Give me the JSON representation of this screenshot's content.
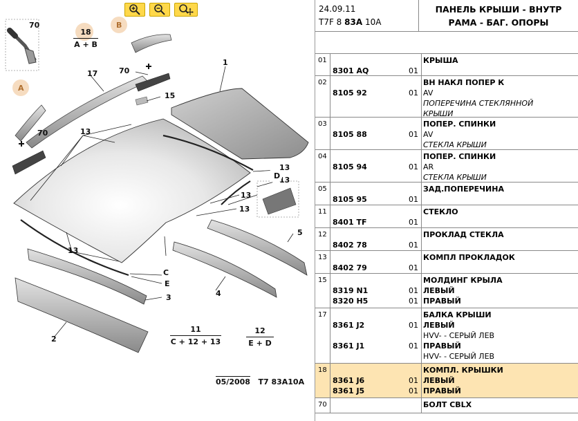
{
  "toolbar": {
    "zoom_in_icon": "zoom-in-icon",
    "zoom_out_icon": "zoom-out-icon",
    "zoom_move_icon": "zoom-pan-icon"
  },
  "diagram": {
    "callouts": {
      "c1": "1",
      "c2": "2",
      "c3": "3",
      "c4": "4",
      "c5": "5",
      "c13a": "13",
      "c13b": "13",
      "c13c": "13",
      "c13d": "13",
      "c13e": "13",
      "c13f": "13",
      "c15": "15",
      "c17": "17",
      "c70a": "70",
      "c70b": "70",
      "c70c": "70",
      "cA": "A",
      "cB": "B",
      "cC": "C",
      "cD": "D",
      "cE": "E",
      "c18": "18"
    },
    "combos": {
      "k18_top": "18",
      "k18_bot": "A + B",
      "k11_top": "11",
      "k11_bot": "C + 12 + 13",
      "k12_top": "12",
      "k12_bot": "E + D"
    },
    "stamp_date": "05/2008",
    "stamp_code": "T7 83A10A"
  },
  "header": {
    "date": "24.09.11",
    "code_prefix": "T7F 8 ",
    "code_bold": "83A",
    "code_suffix": " 10A",
    "title_line1": "ПАНЕЛЬ КРЫШИ - ВНУТР",
    "title_line2": "РАМА - БАГ. ОПОРЫ"
  },
  "parts": [
    {
      "idx": "01",
      "refs": [
        "8301 AQ"
      ],
      "qtys": [
        "01"
      ],
      "desc": [
        [
          "b",
          "КРЫША"
        ]
      ]
    },
    {
      "idx": "02",
      "refs": [
        "8105 92"
      ],
      "qtys": [
        "01"
      ],
      "desc": [
        [
          "b",
          "ВН НАКЛ ПОПЕР К"
        ],
        [
          "n",
          "AV"
        ],
        [
          "i",
          "ПОПЕРЕЧИНА СТЕКЛЯННОЙ"
        ],
        [
          "i",
          "КРЫШИ"
        ]
      ]
    },
    {
      "idx": "03",
      "refs": [
        "8105 88"
      ],
      "qtys": [
        "01"
      ],
      "desc": [
        [
          "b",
          "ПОПЕР. СПИНКИ"
        ],
        [
          "n",
          "AV"
        ],
        [
          "i",
          "СТЕКЛА КРЫШИ"
        ]
      ]
    },
    {
      "idx": "04",
      "refs": [
        "8105 94"
      ],
      "qtys": [
        "01"
      ],
      "desc": [
        [
          "b",
          "ПОПЕР. СПИНКИ"
        ],
        [
          "n",
          "AR"
        ],
        [
          "i",
          "СТЕКЛА КРЫШИ"
        ]
      ]
    },
    {
      "idx": "05",
      "refs": [
        "8105 95"
      ],
      "qtys": [
        "01"
      ],
      "desc": [
        [
          "b",
          "ЗАД.ПОПЕРЕЧИНА"
        ]
      ]
    },
    {
      "idx": "11",
      "refs": [
        "8401 TF"
      ],
      "qtys": [
        "01"
      ],
      "desc": [
        [
          "b",
          "СТЕКЛО"
        ]
      ]
    },
    {
      "idx": "12",
      "refs": [
        "8402 78"
      ],
      "qtys": [
        "01"
      ],
      "desc": [
        [
          "b",
          "ПРОКЛАД СТЕКЛА"
        ]
      ]
    },
    {
      "idx": "13",
      "refs": [
        "8402 79"
      ],
      "qtys": [
        "01"
      ],
      "desc": [
        [
          "b",
          "КОМПЛ ПРОКЛАДОК"
        ]
      ]
    },
    {
      "idx": "15",
      "refs": [
        "8319 N1",
        "8320 H5"
      ],
      "qtys": [
        "01",
        "01"
      ],
      "desc": [
        [
          "b",
          "МОЛДИНГ КРЫЛА"
        ],
        [
          "b",
          "ЛЕВЫЙ"
        ],
        [
          "b",
          "ПРАВЫЙ"
        ]
      ]
    },
    {
      "idx": "17",
      "refs": [
        "8361 J2",
        "8361 J1"
      ],
      "qtys": [
        "01",
        "01"
      ],
      "desc": [
        [
          "b",
          "БАЛКА КРЫШИ"
        ],
        [
          "b",
          "ЛЕВЫЙ"
        ],
        [
          "n",
          "HVV- - СЕРЫЙ ЛЕВ"
        ],
        [
          "b",
          "ПРАВЫЙ"
        ],
        [
          "n",
          "HVV- - СЕРЫЙ ЛЕВ"
        ]
      ]
    },
    {
      "idx": "18",
      "refs": [
        "8361 J6",
        "8361 J5"
      ],
      "qtys": [
        "01",
        "01"
      ],
      "desc": [
        [
          "b",
          "КОМПЛ. КРЫШКИ"
        ],
        [
          "b",
          "ЛЕВЫЙ"
        ],
        [
          "b",
          "ПРАВЫЙ"
        ]
      ],
      "highlight": true
    },
    {
      "idx": "70",
      "refs": [],
      "qtys": [],
      "desc": [
        [
          "b",
          "БОЛТ CBLX"
        ]
      ]
    }
  ]
}
